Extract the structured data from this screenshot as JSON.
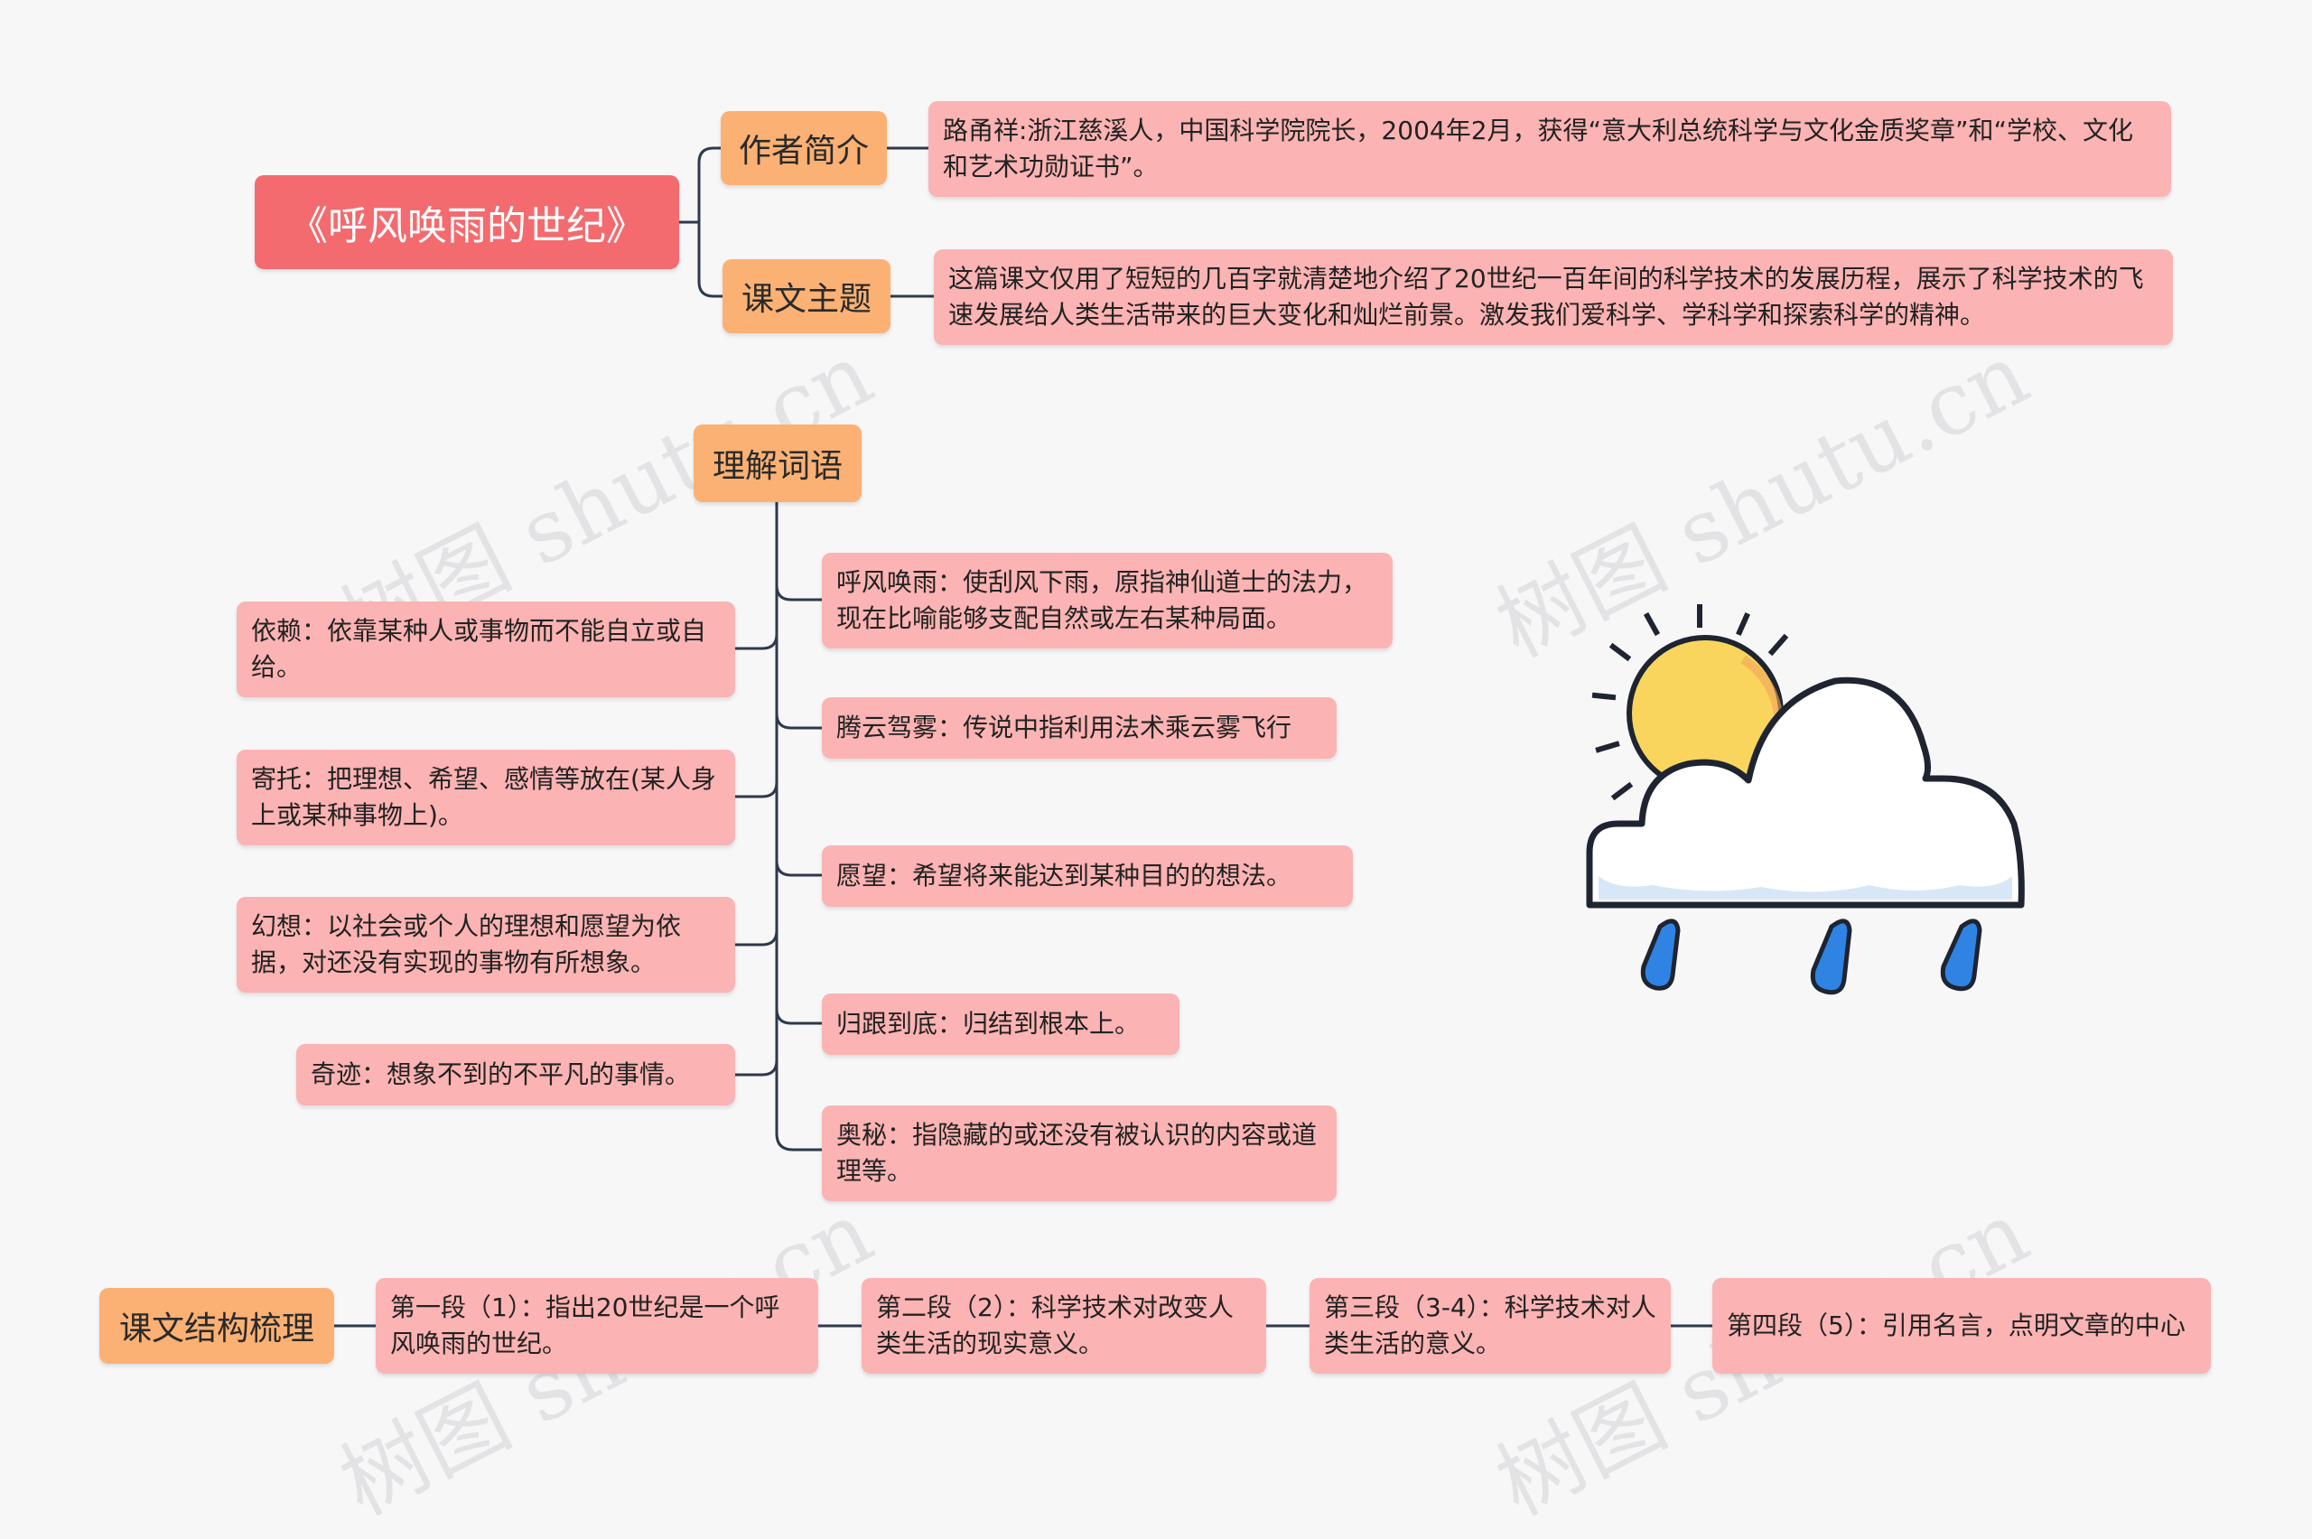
{
  "root": {
    "title": "《呼风唤雨的世纪》"
  },
  "topics": {
    "author": "作者简介",
    "theme": "课文主题",
    "words": "理解词语",
    "structure": "课文结构梳理"
  },
  "author_text": "路甬祥:浙江慈溪人，中国科学院院长，2004年2月，获得“意大利总统科学与文化金质奖章”和“学校、文化和艺术功勋证书”。",
  "theme_text": "这篇课文仅用了短短的几百字就清楚地介绍了20世纪一百年间的科学技术的发展历程，展示了科学技术的飞速发展给人类生活带来的巨大变化和灿烂前景。激发我们爱科学、学科学和探索科学的精神。",
  "words_right": [
    "呼风唤雨：使刮风下雨，原指神仙道士的法力，现在比喻能够支配自然或左右某种局面。",
    "腾云驾雾：传说中指利用法术乘云雾飞行",
    "愿望：希望将来能达到某种目的的想法。",
    "归跟到底：归结到根本上。",
    "奥秘：指隐藏的或还没有被认识的内容或道理等。"
  ],
  "words_left": [
    "依赖：依靠某种人或事物而不能自立或自给。",
    "寄托：把理想、希望、感情等放在(某人身上或某种事物上)。",
    "幻想：以社会或个人的理想和愿望为依据，对还没有实现的事物有所想象。",
    "奇迹：想象不到的不平凡的事情。"
  ],
  "structure_items": [
    "第一段（1）：指出20世纪是一个呼风唤雨的世纪。",
    "第二段（2）：科学技术对改变人类生活的现实意义。",
    "第三段（3-4）：科学技术对人类生活的意义。",
    "第四段（5）：引用名言，点明文章的中心"
  ],
  "watermark": "树图 shutu.cn",
  "colors": {
    "root": "#f36b6f",
    "topic": "#fbb173",
    "leaf": "#fbb3b3",
    "line": "#2d3a4a",
    "sun": "#f9d55e",
    "rain": "#2f84e3"
  },
  "icons": {
    "illustration": "sun-cloud-rain-icon"
  }
}
